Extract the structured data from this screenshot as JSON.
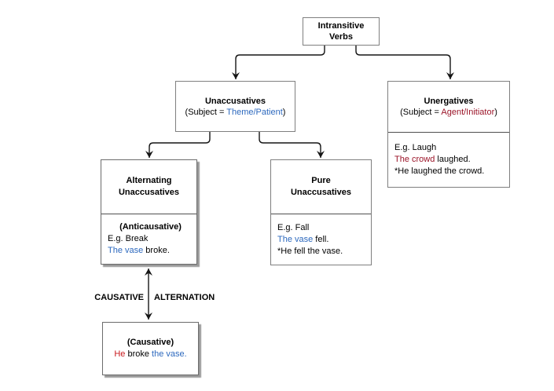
{
  "colors": {
    "blue": "#2d69be",
    "dark_red": "#9b1428",
    "red": "#c81a1e",
    "border": "#7f7f7f",
    "line": "#151515",
    "shadow": "#9a9a9a"
  },
  "root_box": {
    "title_line1": "Intransitive",
    "title_line2": "Verbs"
  },
  "unaccusatives": {
    "title": "Unaccusatives",
    "subject_prefix": "(Subject = ",
    "subject_role": "Theme/Patient",
    "subject_suffix": ")"
  },
  "unergatives": {
    "title": "Unergatives",
    "subject_prefix": "(Subject = ",
    "subject_role": "Agent/Initiator",
    "subject_suffix": ")",
    "example_label": "E.g. Laugh",
    "example_subject": "The crowd",
    "example_rest": " laughed.",
    "ungrammatical": "*He laughed the crowd."
  },
  "alternating": {
    "title_line1": "Alternating",
    "title_line2": "Unaccusatives",
    "subheading": "(Anticausative)",
    "example_label": "E.g. Break",
    "example_subject": "The vase",
    "example_rest": " broke."
  },
  "pure": {
    "title_line1": "Pure",
    "title_line2": "Unaccusatives",
    "example_label": "E.g. Fall",
    "example_subject": "The vase",
    "example_rest": " fell.",
    "ungrammatical": "*He fell the vase."
  },
  "causative": {
    "subheading": "(Causative)",
    "example_subject": "He",
    "example_verb": " broke ",
    "example_object": "the vase."
  },
  "alternation_labels": {
    "left": "CAUSATIVE",
    "right": "ALTERNATION"
  }
}
